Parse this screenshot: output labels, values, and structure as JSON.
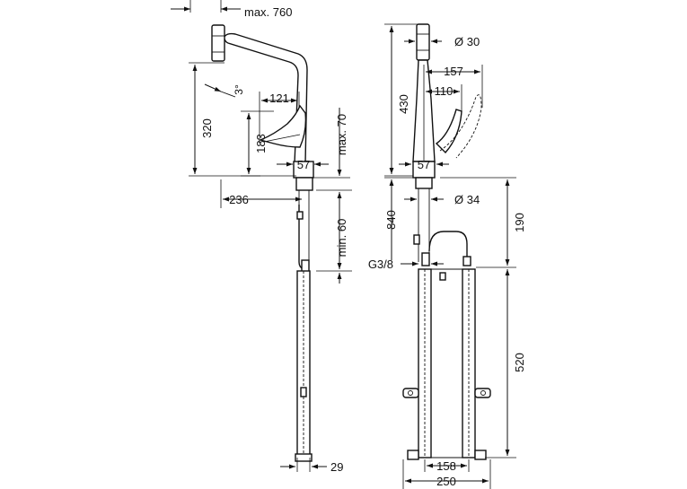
{
  "drawing": {
    "side_view": {
      "max_reach": "max. 760",
      "pullout_angle": "3°",
      "spout_height": "320",
      "lever_length": "121",
      "lever_height": "183",
      "base_diameter": "57",
      "max_clearance": "max. 70",
      "spout_projection": "236",
      "min_hose": "min. 60",
      "rail_width": "29"
    },
    "front_view": {
      "top_diameter": "Ø 30",
      "total_height": "430",
      "lever_swing_outer": "157",
      "lever_swing_inner": "110",
      "base_diameter": "57",
      "shank_diameter": "Ø 34",
      "hose_length": "840",
      "hose_drop": "190",
      "thread_size": "G3/8",
      "box_height": "520",
      "box_inner_width": "158",
      "box_outer_width": "250"
    }
  }
}
